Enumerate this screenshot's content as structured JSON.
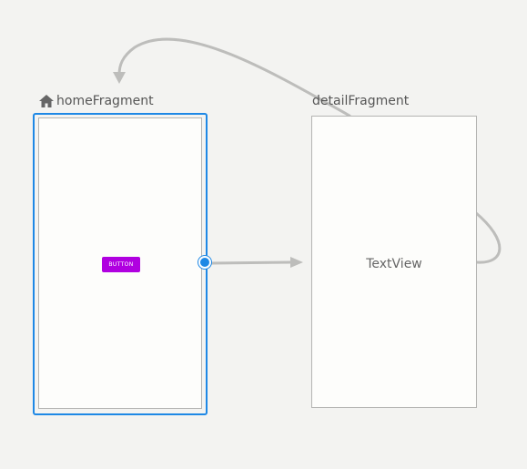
{
  "nav_graph": {
    "destinations": [
      {
        "id": "homeFragment",
        "label": "homeFragment",
        "is_start_destination": true,
        "selected": true,
        "icon": "home-icon",
        "widgets": [
          {
            "type": "button",
            "label": "BUTTON",
            "color": "#b000e0"
          }
        ]
      },
      {
        "id": "detailFragment",
        "label": "detailFragment",
        "is_start_destination": false,
        "selected": false,
        "widgets": [
          {
            "type": "textview",
            "label": "TextView"
          }
        ]
      }
    ],
    "actions": [
      {
        "from": "homeFragment",
        "to": "detailFragment"
      },
      {
        "from": "detailFragment",
        "to": "homeFragment"
      }
    ]
  },
  "colors": {
    "canvas_background": "#f3f3f1",
    "selection": "#1e88e5",
    "connector": "#bdbdbb",
    "screen_border": "#b4b4b2",
    "button": "#b000e0"
  }
}
